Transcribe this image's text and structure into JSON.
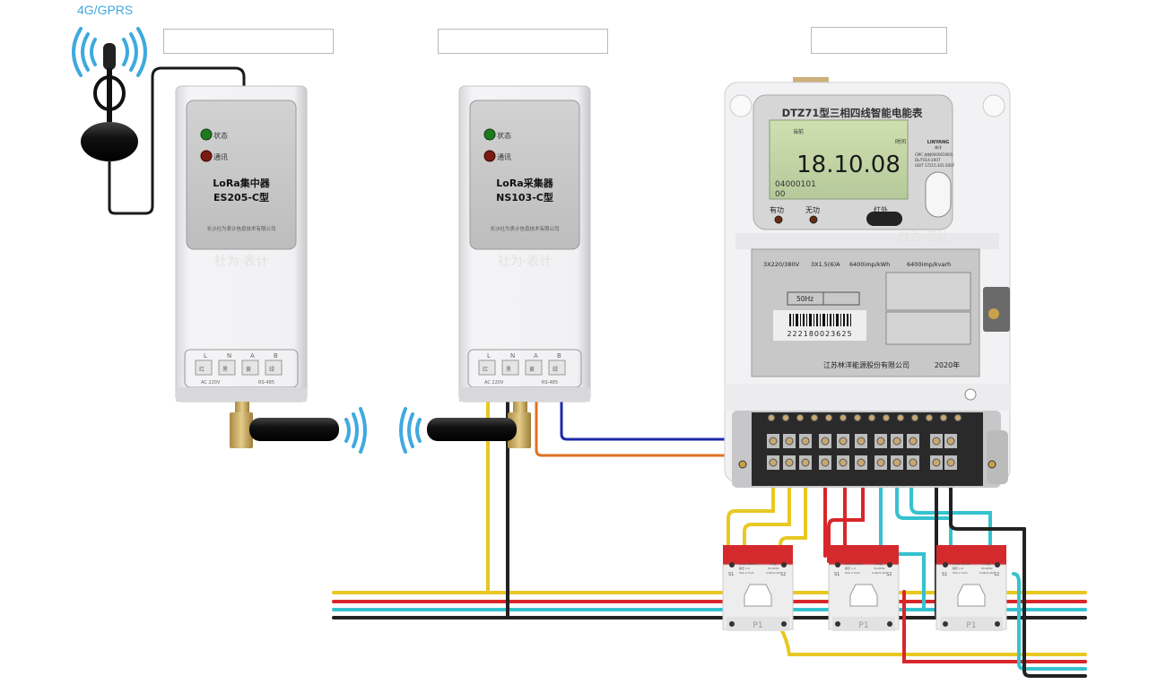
{
  "network_label": "4G/GPRS",
  "caption_boxes": [
    {
      "id": "concentrator-caption",
      "text": ""
    },
    {
      "id": "collector-caption",
      "text": ""
    },
    {
      "id": "meter-caption",
      "text": ""
    }
  ],
  "concentrator": {
    "status_label": "状态",
    "comm_label": "通讯",
    "name_line1": "LoRa集中器",
    "name_line2": "ES205-C型",
    "company": "长沙社为表计信息技术有限公司",
    "watermark": "社为·表计",
    "terminals": [
      "L",
      "N",
      "A",
      "B"
    ],
    "terminal_colors": [
      "红",
      "黑",
      "黄",
      "绿"
    ],
    "power_label": "AC  220V",
    "bus_label": "RS-485",
    "colors": {
      "status_led": "#1f7a1f",
      "comm_led": "#7a1a10"
    }
  },
  "collector": {
    "status_label": "状态",
    "comm_label": "通讯",
    "name_line1": "LoRa采集器",
    "name_line2": "NS103-C型",
    "company": "长沙社为表计信息技术有限公司",
    "watermark": "社为·表计",
    "terminals": [
      "L",
      "N",
      "A",
      "B"
    ],
    "terminal_colors": [
      "红",
      "黑",
      "黄",
      "绿"
    ],
    "power_label": "AC  220V",
    "bus_label": "RS-485"
  },
  "meter": {
    "title": "DTZ71型三相四线智能电能表",
    "lcd_top_left": "当前",
    "lcd_top_right": "时间",
    "lcd_main": "18.10.08",
    "lcd_code": "04000101",
    "lcd_sub": "00",
    "brand": "LINYANG",
    "brand_cn": "林洋",
    "standards": [
      "CMC 苏制00000106号",
      "DL/T614-2007",
      "GB/T 17215.301-2007"
    ],
    "indicators": [
      "有功",
      "无功",
      "红外"
    ],
    "spec_voltage": "3X220/380V",
    "spec_current": "3X1.5(6)A",
    "spec_active": "6400imp/kWh",
    "spec_reactive": "6400imp/kvarh",
    "frequency": "50Hz",
    "serial": "222180023625",
    "manufacturer": "江苏林洋能源股份有限公司",
    "year": "2020年",
    "watermark": "社为·表计"
  },
  "current_transformers": [
    {
      "spec1": "KUDC 300/5A",
      "spec2": "额定 1.0",
      "spec3": "5VA 2.7V/A",
      "class": "0.5级",
      "freq": "50-60Hz",
      "volt": "0.66/3/-6V",
      "s1": "S1",
      "s2": "S2",
      "p1": "P1"
    },
    {
      "spec1": "KUDC 300/5A",
      "spec2": "额定 1.0",
      "spec3": "5VA 2.7V/A",
      "class": "0.5级",
      "freq": "50-60Hz",
      "volt": "0.66/3/-6V",
      "s1": "S1",
      "s2": "S2",
      "p1": "P1"
    },
    {
      "spec1": "KUDC 300/5A",
      "spec2": "额定 1.0",
      "spec3": "5VA 2.7V/A",
      "class": "0.5级",
      "freq": "50-60Hz",
      "volt": "0.66/3/-6V",
      "s1": "S1",
      "s2": "S2",
      "p1": "P1"
    }
  ],
  "wire_colors": {
    "phase_a": "#e8c822",
    "phase_b": "#d8262a",
    "phase_c": "#35c2cf",
    "neutral": "#222222",
    "rs485_a": "#e07020",
    "rs485_b": "#1c2aa8",
    "signal": "#3fa9e0"
  }
}
